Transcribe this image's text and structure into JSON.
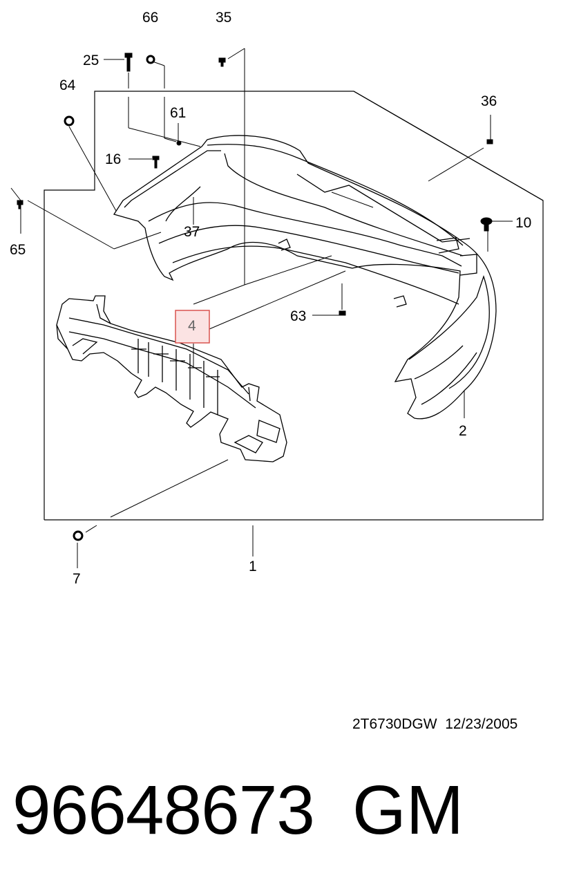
{
  "callouts": {
    "c66": "66",
    "c35": "35",
    "c25": "25",
    "c64": "64",
    "c61": "61",
    "c36": "36",
    "c16": "16",
    "c37": "37",
    "c10": "10",
    "c65": "65",
    "c63": "63",
    "c4": "4",
    "c2": "2",
    "c7": "7",
    "c1": "1"
  },
  "highlight": {
    "callout": "4",
    "color": "#d9534f"
  },
  "footer": {
    "ref_code": "2T6730DGW  12/23/2005",
    "part_number": "96648673",
    "brand": "GM"
  }
}
